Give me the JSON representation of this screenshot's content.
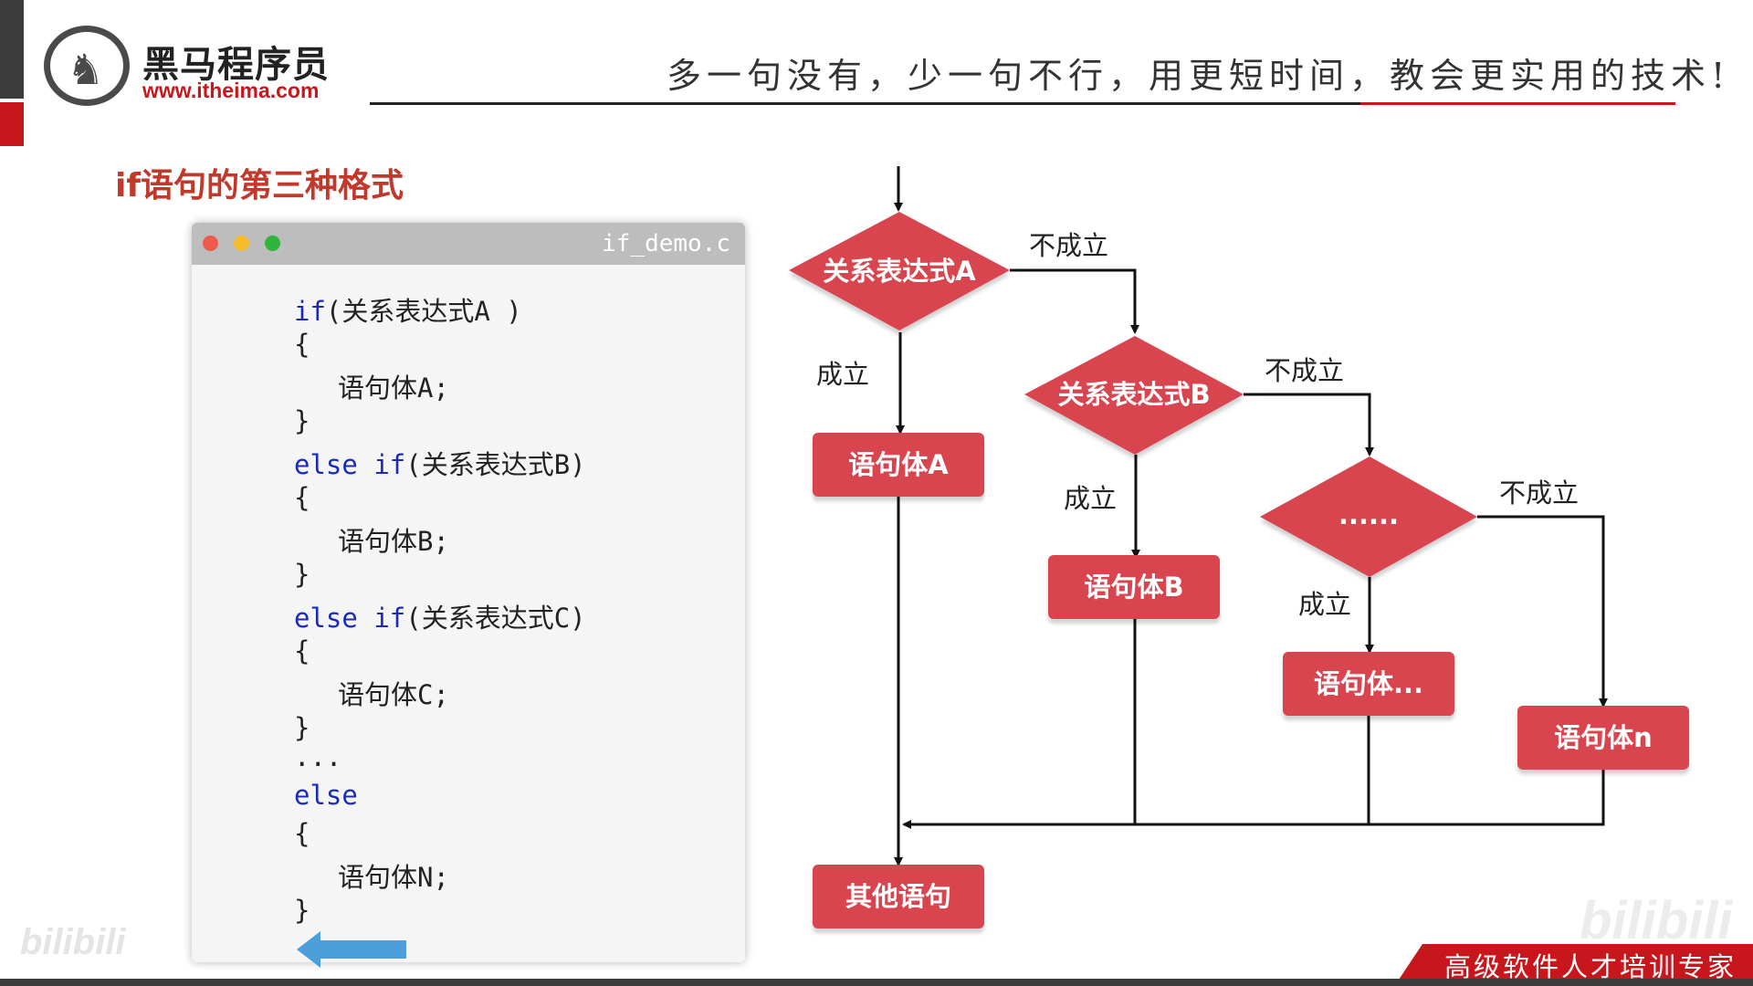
{
  "header": {
    "brand_name": "黑马程序员",
    "brand_url": "www.itheima.com",
    "slogan": "多一句没有，少一句不行，用更短时间，教会更实用的技术!"
  },
  "section_title": "if语句的第三种格式",
  "code": {
    "filename": "if_demo.c",
    "lines": {
      "l1_kw": "if",
      "l1_rest": "(关系表达式A )",
      "l2": "{",
      "l3": "语句体A;",
      "l4": "}",
      "l5_kw1": "else",
      "l5_kw2": "if",
      "l5_rest": "(关系表达式B)",
      "l6": "{",
      "l7": "语句体B;",
      "l8": "}",
      "l9_kw1": "else",
      "l9_kw2": "if",
      "l9_rest": "(关系表达式C)",
      "l10": "{",
      "l11": "语句体C;",
      "l12": "}",
      "l13": "...",
      "l14_kw": "else",
      "l15": "{",
      "l16": "语句体N;",
      "l17": "}"
    }
  },
  "flowchart": {
    "decision_a": "关系表达式A",
    "decision_b": "关系表达式B",
    "decision_c": "......",
    "stmt_a": "语句体A",
    "stmt_b": "语句体B",
    "stmt_c": "语句体...",
    "stmt_n": "语句体n",
    "other": "其他语句",
    "yes_label": "成立",
    "no_label": "不成立"
  },
  "colors": {
    "box_fill": "#d9454f",
    "accent_red": "#c8161d",
    "keyword_blue": "#1a2bb8"
  },
  "footer": {
    "banner_text": "高级软件人才培训专家",
    "watermark": "bilibili"
  }
}
